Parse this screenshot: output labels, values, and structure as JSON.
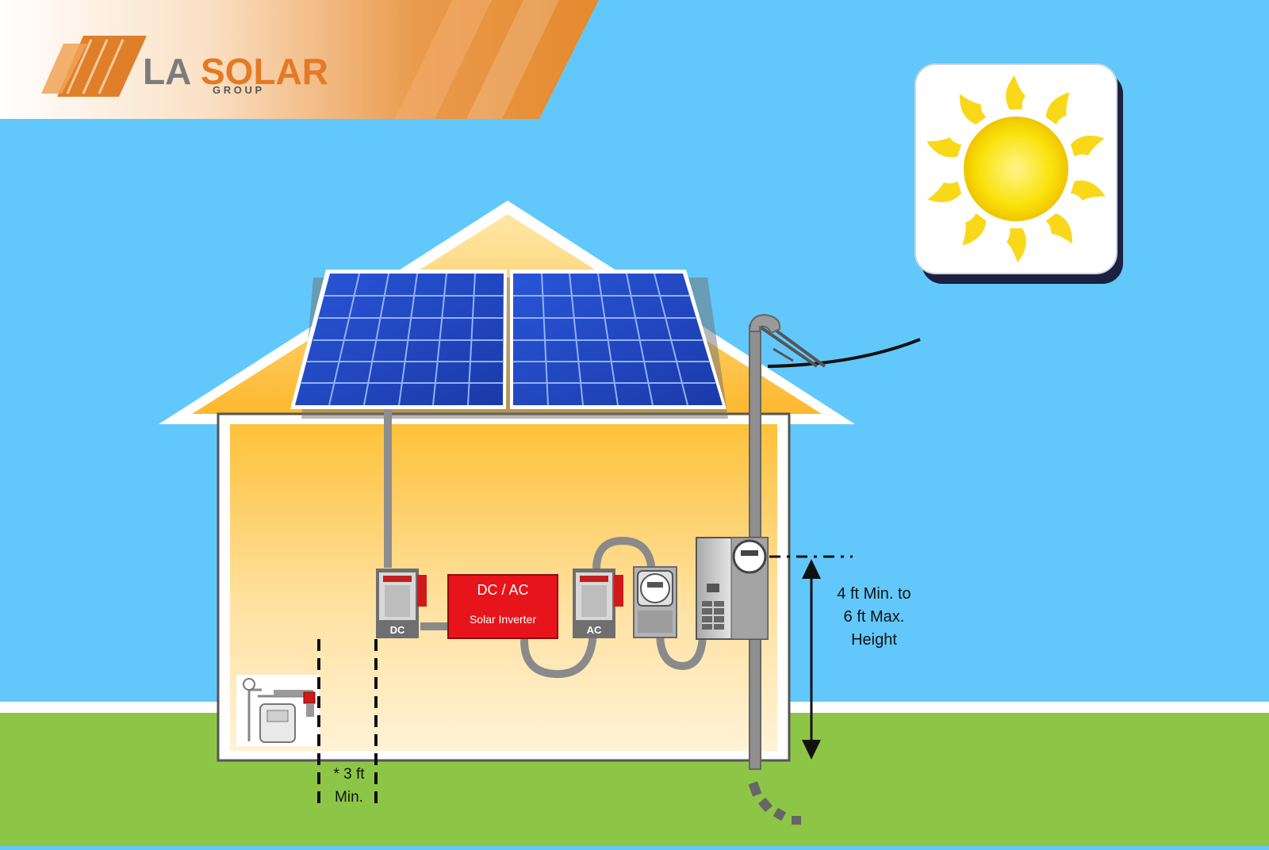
{
  "brand": {
    "logo_text_a": "LA",
    "logo_text_b": "SOLAR",
    "logo_subtext": "G R O U P"
  },
  "devices": {
    "dc_disconnect_label": "DC",
    "inverter_title": "DC / AC",
    "inverter_subtitle": "Solar Inverter",
    "ac_disconnect_label": "AC"
  },
  "annotations": {
    "height_line1": "4 ft Min. to",
    "height_line2": "6 ft Max.",
    "height_line3": "Height",
    "clearance_line1": "* 3 ft",
    "clearance_line2": "Min."
  },
  "colors": {
    "sky": "#62c8fb",
    "grass": "#8dc646",
    "house_wall_top": "#fec13a",
    "house_wall_bottom": "#fff2d6",
    "panel_blue": "#1f46c7",
    "inverter_red": "#e8141b",
    "sun_yellow": "#f9e20a",
    "logo_orange": "#e58a2d"
  },
  "icons": [
    "sun-icon",
    "solar-panel-icon",
    "gas-meter-icon",
    "service-mast-icon"
  ]
}
